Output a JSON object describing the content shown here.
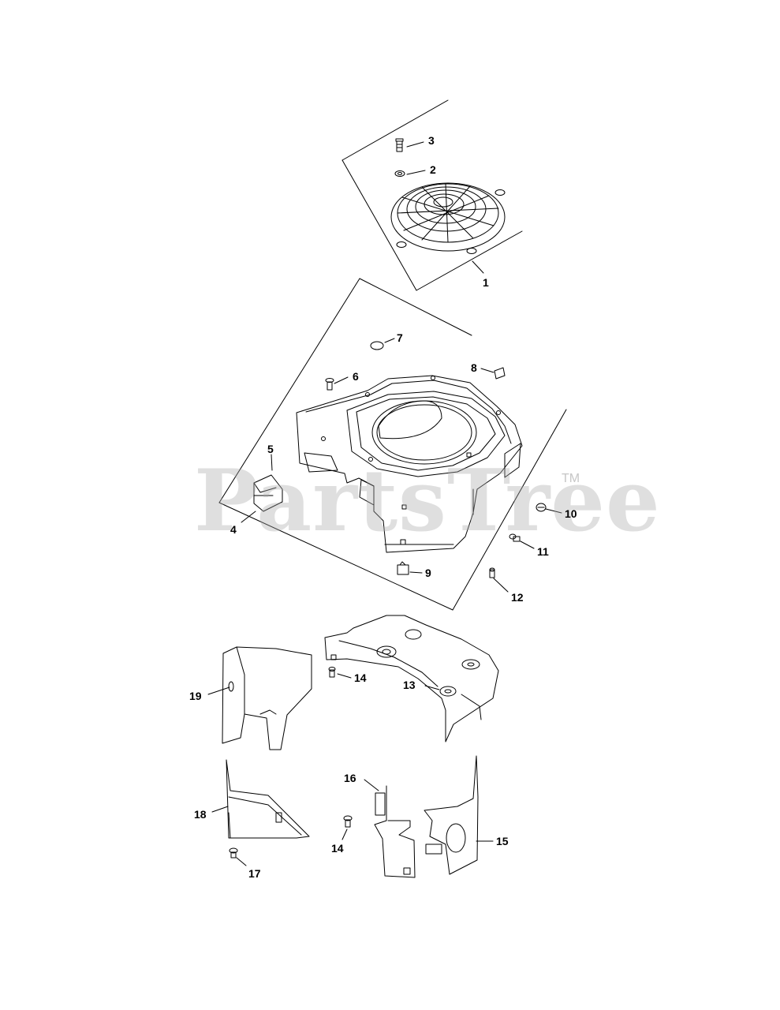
{
  "watermark": {
    "text": "PartsTree",
    "trademark": "TM"
  },
  "callouts": [
    {
      "id": "3",
      "label": "3"
    },
    {
      "id": "2",
      "label": "2"
    },
    {
      "id": "1",
      "label": "1"
    },
    {
      "id": "7",
      "label": "7"
    },
    {
      "id": "8",
      "label": "8"
    },
    {
      "id": "6",
      "label": "6"
    },
    {
      "id": "5",
      "label": "5"
    },
    {
      "id": "4",
      "label": "4"
    },
    {
      "id": "10",
      "label": "10"
    },
    {
      "id": "11",
      "label": "11"
    },
    {
      "id": "9",
      "label": "9"
    },
    {
      "id": "12",
      "label": "12"
    },
    {
      "id": "19",
      "label": "19"
    },
    {
      "id": "14a",
      "label": "14"
    },
    {
      "id": "13",
      "label": "13"
    },
    {
      "id": "16",
      "label": "16"
    },
    {
      "id": "18",
      "label": "18"
    },
    {
      "id": "14b",
      "label": "14"
    },
    {
      "id": "15",
      "label": "15"
    },
    {
      "id": "17",
      "label": "17"
    }
  ]
}
